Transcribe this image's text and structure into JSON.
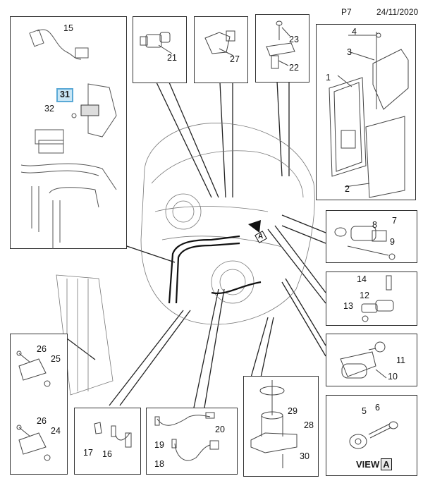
{
  "header": {
    "page": "P7",
    "date": "24/11/2020"
  },
  "highlight": {
    "part": "31",
    "fill": "#c9e6f5",
    "border": "#5aa9d6"
  },
  "view_label": {
    "prefix": "VIEW",
    "letter": "A"
  },
  "callouts": {
    "n1": "1",
    "n2": "2",
    "n3": "3",
    "n4": "4",
    "n5": "5",
    "n6": "6",
    "n7": "7",
    "n8": "8",
    "n9": "9",
    "n10": "10",
    "n11": "11",
    "n12": "12",
    "n13": "13",
    "n14": "14",
    "n15": "15",
    "n16": "16",
    "n17": "17",
    "n18": "18",
    "n19": "19",
    "n20": "20",
    "n21": "21",
    "n22": "22",
    "n23": "23",
    "n24": "24",
    "n25": "25",
    "n26a": "26",
    "n26b": "26",
    "n27": "27",
    "n28": "28",
    "n29": "29",
    "n30": "30",
    "n31": "31",
    "n32": "32"
  },
  "engine_marker": "A"
}
